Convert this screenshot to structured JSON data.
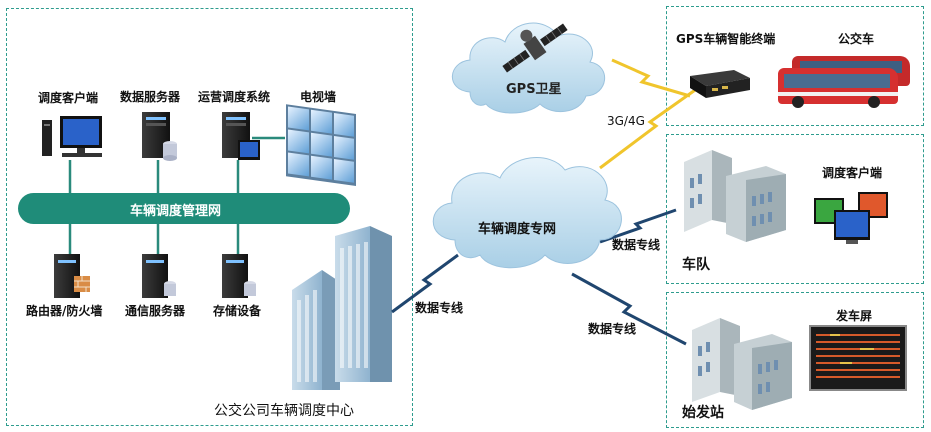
{
  "center": {
    "title": "公交公司车辆调度中心",
    "network_label": "车辆调度管理网",
    "devices_top": [
      "调度客户端",
      "数据服务器",
      "运营调度系统",
      "电视墙"
    ],
    "devices_bottom": [
      "路由器/防火墙",
      "通信服务器",
      "存储设备"
    ],
    "link_label": "数据专线"
  },
  "cloud_private": "车辆调度专网",
  "cloud_satellite": "GPS卫星",
  "link_3g": "3G/4G",
  "vehicle": {
    "terminal": "GPS车辆智能终端",
    "bus": "公交车"
  },
  "fleet": {
    "title": "车队",
    "client": "调度客户端",
    "link_label": "数据专线"
  },
  "station": {
    "title": "始发站",
    "screen": "发车屏",
    "link_label": "数据专线"
  }
}
